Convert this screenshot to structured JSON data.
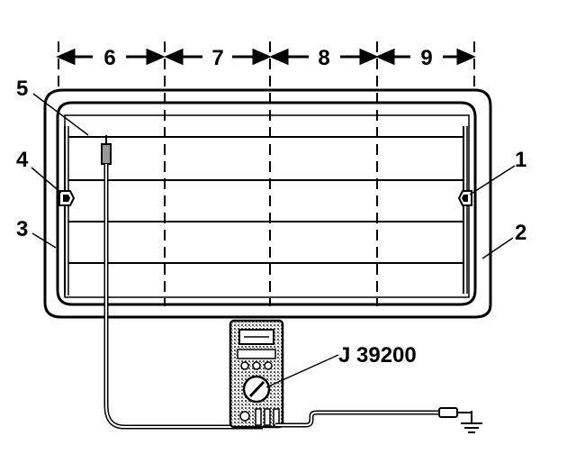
{
  "diagram": {
    "zones": [
      {
        "label": "6"
      },
      {
        "label": "7"
      },
      {
        "label": "8"
      },
      {
        "label": "9"
      }
    ],
    "callouts": {
      "c1": "1",
      "c2": "2",
      "c3": "3",
      "c4": "4",
      "c5": "5"
    },
    "tool_label": "J 39200",
    "colors": {
      "ink": "#000000",
      "paper": "#ffffff",
      "meter_fill": "#9a9a9a"
    }
  }
}
